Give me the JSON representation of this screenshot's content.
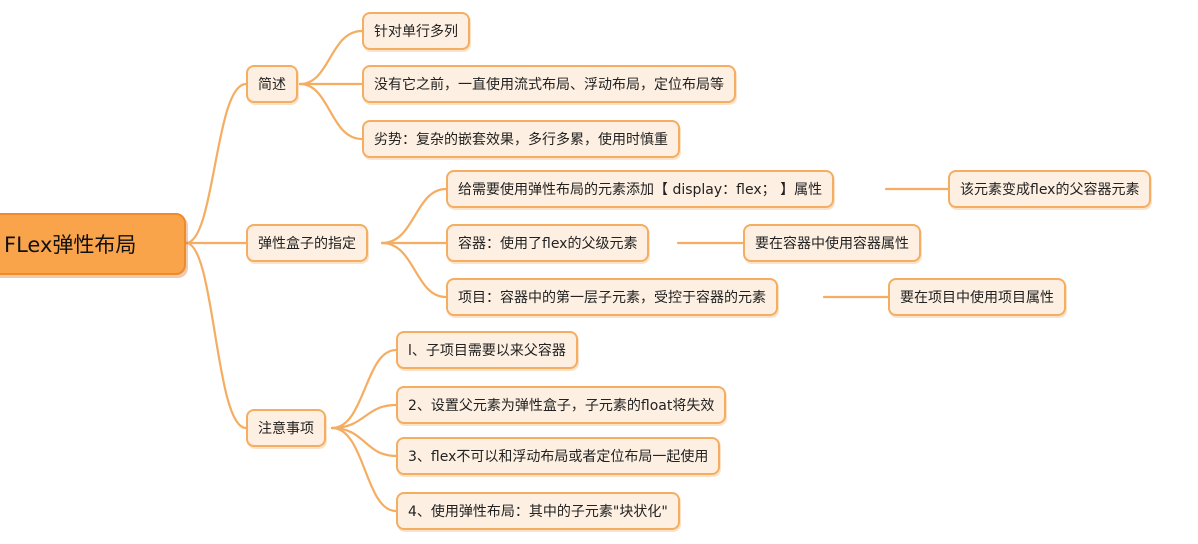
{
  "root": "FLex弹性布局",
  "branches": [
    {
      "label": "简述",
      "children": [
        "针对单行多列",
        "没有它之前，一直使用流式布局、浮动布局，定位布局等",
        "劣势：复杂的嵌套效果，多行多累，使用时慎重"
      ]
    },
    {
      "label": "弹性盒子的指定",
      "children": [
        {
          "text": "给需要使用弹性布局的元素添加【 display：flex； 】属性",
          "detail": "该元素变成flex的父容器元素"
        },
        {
          "text": "容器：使用了flex的父级元素",
          "detail": "要在容器中使用容器属性"
        },
        {
          "text": "项目：容器中的第一层子元素，受控于容器的元素",
          "detail": "要在项目中使用项目属性"
        }
      ]
    },
    {
      "label": "注意事项",
      "children": [
        "l、子项目需要以来父容器",
        "2、设置父元素为弹性盒子，子元素的float将失效",
        "3、flex不可以和浮动布局或者定位布局一起使用",
        "4、使用弹性布局：其中的子元素\"块状化\""
      ]
    }
  ],
  "colors": {
    "line": "#f5ad62",
    "node_fill": "#fdf0e2",
    "root_fill": "#f9a34b"
  }
}
